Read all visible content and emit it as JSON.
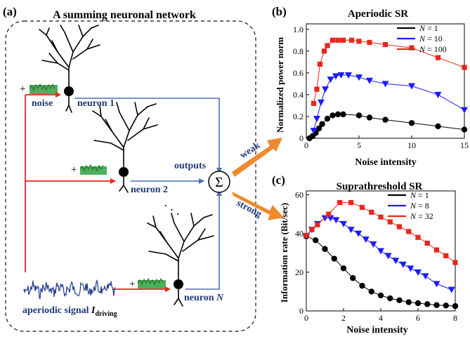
{
  "panel_a": {
    "label": "(a)",
    "title": "A summing neuronal network",
    "noise_label": "noise",
    "plus_sign": "+",
    "neuron_labels": [
      "neuron 1",
      "neuron 2"
    ],
    "neuron_n_prefix": "neuron ",
    "neuron_n_italic": "N",
    "outputs_label": "outputs",
    "sum_symbol": "Σ",
    "ellipsis": "· · ·",
    "signal_label_prefix": "aperiodic signal ",
    "signal_label_I": "I",
    "signal_label_sub": "driving",
    "weak_label": "weak",
    "strong_label": "strong",
    "colors": {
      "arrow_red": "#e8261c",
      "wire_blue": "#4a6fb0",
      "label_blue": "#1f3a7a",
      "noise_green": "#3aa64a",
      "orange": "#ee8a2c",
      "signal_blue": "#1e3a8c"
    }
  },
  "chart_data": [
    {
      "panel": "(b)",
      "type": "line",
      "title": "Aperiodic SR",
      "xlabel": "Noise intensity",
      "ylabel": "Normalized power norm",
      "xlim": [
        0,
        15
      ],
      "ylim": [
        0,
        1.05
      ],
      "xticks": [
        "0",
        "5",
        "10",
        "15"
      ],
      "yticks": [
        "0",
        "0.2",
        "0.4",
        "0.6",
        "0.8",
        "1.0"
      ],
      "legend_prefix": "N",
      "legend_position": "top-right",
      "series": [
        {
          "name": "= 1",
          "color": "#000000",
          "marker": "circle",
          "x": [
            0.3,
            0.6,
            0.9,
            1.2,
            1.5,
            2.0,
            2.5,
            3.0,
            3.5,
            5.0,
            6.0,
            7.5,
            10.0,
            12.5,
            15.0
          ],
          "y": [
            0.0,
            0.02,
            0.05,
            0.09,
            0.13,
            0.18,
            0.21,
            0.22,
            0.22,
            0.21,
            0.19,
            0.17,
            0.14,
            0.11,
            0.08
          ]
        },
        {
          "name": "= 10",
          "color": "#1a1aff",
          "marker": "triangle-down",
          "x": [
            0.7,
            1.0,
            1.4,
            1.8,
            2.3,
            2.8,
            3.3,
            4.0,
            5.0,
            6.0,
            7.5,
            10.0,
            12.5,
            15.0
          ],
          "y": [
            0.07,
            0.18,
            0.33,
            0.45,
            0.54,
            0.57,
            0.58,
            0.58,
            0.56,
            0.53,
            0.5,
            0.48,
            0.4,
            0.26
          ]
        },
        {
          "name": "= 100",
          "color": "#e8261c",
          "marker": "square",
          "x": [
            0.7,
            1.0,
            1.3,
            1.7,
            2.0,
            2.5,
            3.0,
            3.5,
            4.3,
            5.0,
            6.0,
            7.5,
            10.0,
            12.5,
            15.0
          ],
          "y": [
            0.32,
            0.45,
            0.68,
            0.8,
            0.85,
            0.9,
            0.9,
            0.9,
            0.9,
            0.89,
            0.88,
            0.86,
            0.83,
            0.74,
            0.65
          ]
        }
      ]
    },
    {
      "panel": "(c)",
      "type": "line",
      "title": "Suprathreshold SR",
      "xlabel": "Noise intensity",
      "ylabel": "Information rate (Bit/sec)",
      "xlim": [
        0,
        8
      ],
      "ylim": [
        0,
        62
      ],
      "xticks": [
        "0",
        "2",
        "4",
        "6",
        "8"
      ],
      "yticks": [
        "0",
        "20",
        "40",
        "60"
      ],
      "legend_prefix": "N",
      "legend_position": "top-right",
      "series": [
        {
          "name": "= 1",
          "color": "#000000",
          "marker": "circle",
          "x": [
            0.0,
            0.5,
            1.0,
            1.5,
            2.0,
            2.5,
            3.0,
            3.5,
            4.0,
            4.5,
            5.0,
            5.5,
            6.0,
            6.5,
            7.0,
            7.5,
            8.0
          ],
          "y": [
            38.5,
            36.5,
            32.0,
            27.0,
            22.0,
            17.0,
            13.0,
            10.0,
            8.0,
            6.5,
            5.5,
            4.5,
            4.0,
            3.5,
            3.0,
            2.8,
            2.5
          ]
        },
        {
          "name": "= 8",
          "color": "#1a1aff",
          "marker": "triangle-down",
          "x": [
            0.0,
            0.3,
            0.6,
            1.0,
            1.3,
            1.6,
            2.0,
            2.4,
            2.8,
            3.2,
            3.6,
            4.0,
            4.4,
            4.8,
            5.2,
            5.6,
            6.0,
            6.4,
            7.0,
            7.8
          ],
          "y": [
            38.5,
            42.0,
            45.0,
            48.0,
            48.0,
            47.0,
            45.0,
            42.0,
            40.0,
            37.0,
            34.5,
            31.0,
            28.5,
            26.0,
            24.0,
            22.0,
            20.0,
            18.0,
            14.0,
            11.0
          ]
        },
        {
          "name": "= 32",
          "color": "#e8261c",
          "marker": "square",
          "x": [
            0.0,
            0.3,
            0.6,
            1.2,
            1.8,
            2.4,
            3.0,
            3.5,
            4.0,
            4.5,
            5.0,
            5.5,
            6.0,
            6.5,
            7.0,
            7.5,
            8.0
          ],
          "y": [
            39.0,
            42.0,
            44.5,
            50.0,
            56.0,
            56.0,
            53.5,
            51.0,
            48.5,
            46.0,
            43.5,
            41.0,
            38.0,
            35.0,
            31.5,
            28.5,
            25.0
          ]
        }
      ]
    }
  ]
}
